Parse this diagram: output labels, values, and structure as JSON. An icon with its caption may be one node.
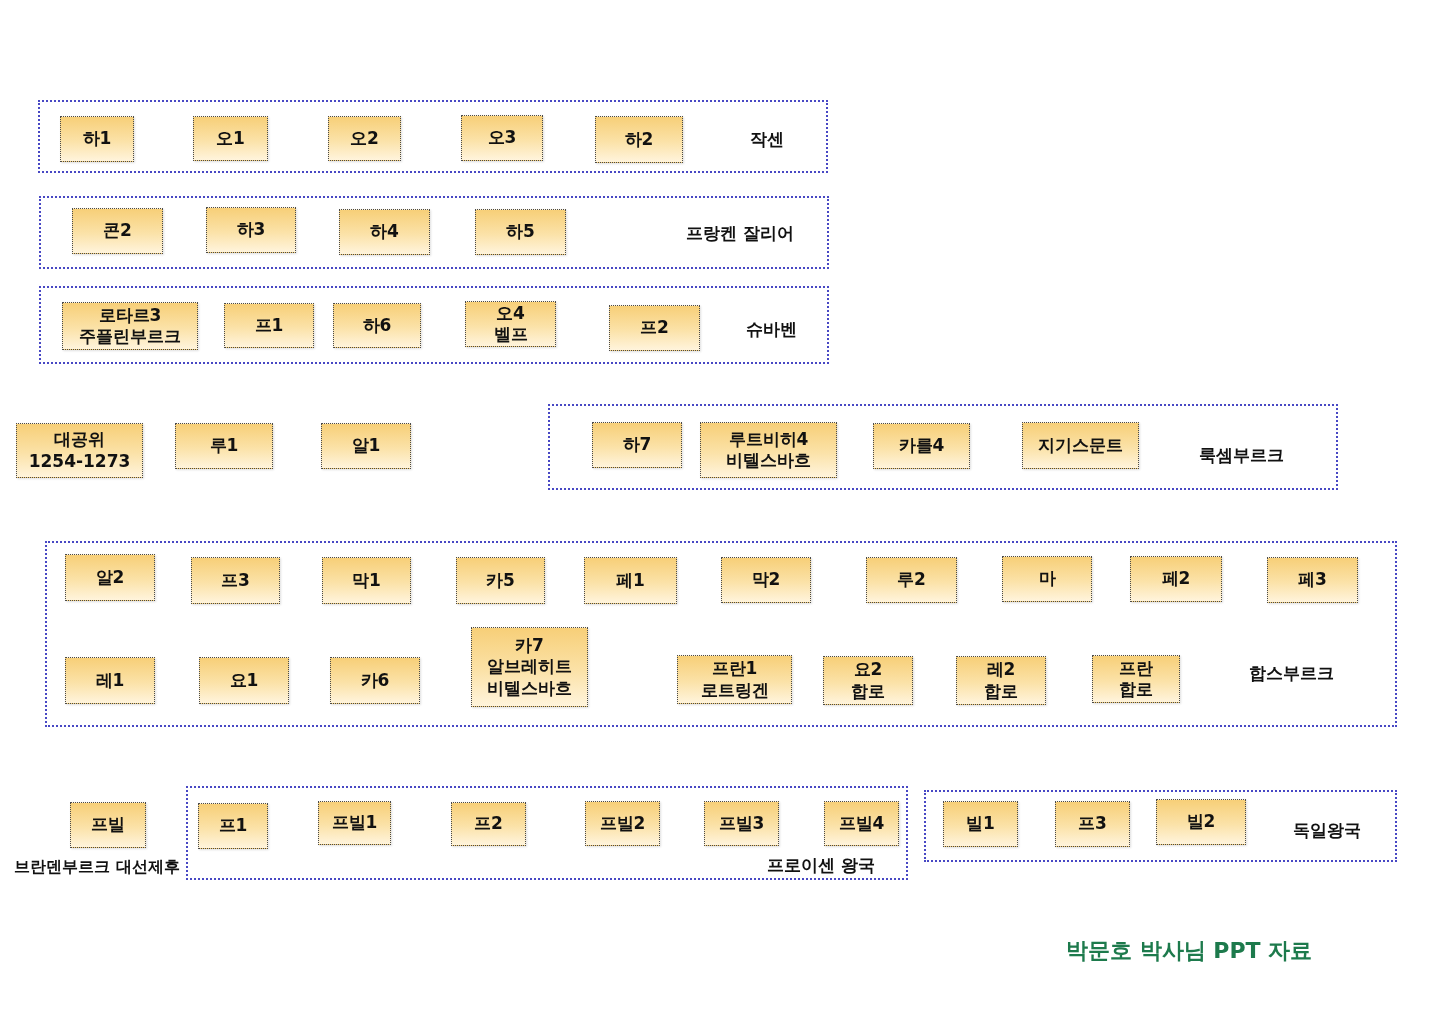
{
  "diagram": {
    "caption": "박문호 박사님 PPT 자료",
    "nodes": [
      {
        "text": [
          "작센"
        ]
      },
      {
        "text": [
          "하1"
        ],
        "in": 0
      },
      {
        "text": [
          "오1"
        ],
        "in": 0
      },
      {
        "text": [
          "오2"
        ],
        "in": 0
      },
      {
        "text": [
          "오3"
        ],
        "in": 0
      },
      {
        "text": [
          "하2"
        ],
        "in": 0
      },
      {
        "text": [
          "프랑켄 잘리어"
        ]
      },
      {
        "text": [
          "콘2"
        ],
        "in": 6
      },
      {
        "text": [
          "하3"
        ],
        "in": 6
      },
      {
        "text": [
          "하4"
        ],
        "in": 6
      },
      {
        "text": [
          "하5"
        ],
        "in": 6
      },
      {
        "text": [
          "슈바벤"
        ]
      },
      {
        "text": [
          "로타르3 주플린부르크"
        ],
        "in": 11
      },
      {
        "text": [
          "프1"
        ],
        "in": 11
      },
      {
        "text": [
          "하6"
        ],
        "in": 11
      },
      {
        "text": [
          "오4 벨프"
        ],
        "in": 11
      },
      {
        "text": [
          "프2"
        ],
        "in": 11
      },
      {
        "text": [
          "대공위 1254-1273"
        ]
      },
      {
        "text": [
          "루1"
        ]
      },
      {
        "text": [
          "알1"
        ]
      },
      {
        "text": [
          "룩셈부르크"
        ]
      },
      {
        "text": [
          "하7"
        ],
        "in": 20
      },
      {
        "text": [
          "루트비히4 비텔스바흐"
        ],
        "in": 20
      },
      {
        "text": [
          "카를4"
        ],
        "in": 20
      },
      {
        "text": [
          "지기스문트"
        ],
        "in": 20
      },
      {
        "text": [
          "합스부르크"
        ]
      },
      {
        "text": [
          "알2"
        ],
        "in": 25
      },
      {
        "text": [
          "프3"
        ],
        "in": 25
      },
      {
        "text": [
          "막1"
        ],
        "in": 25
      },
      {
        "text": [
          "카5"
        ],
        "in": 25
      },
      {
        "text": [
          "페1"
        ],
        "in": 25
      },
      {
        "text": [
          "막2"
        ],
        "in": 25
      },
      {
        "text": [
          "루2"
        ],
        "in": 25
      },
      {
        "text": [
          "마"
        ],
        "in": 25
      },
      {
        "text": [
          "페2"
        ],
        "in": 25
      },
      {
        "text": [
          "페3"
        ],
        "in": 25
      },
      {
        "text": [
          "레1"
        ],
        "in": 25
      },
      {
        "text": [
          "요1"
        ],
        "in": 25
      },
      {
        "text": [
          "카6"
        ],
        "in": 25
      },
      {
        "text": [
          "카7 알브레히트 비텔스바흐"
        ],
        "in": 25
      },
      {
        "text": [
          "프란1 로트링겐"
        ],
        "in": 25
      },
      {
        "text": [
          "요2 합로"
        ],
        "in": 25
      },
      {
        "text": [
          "레2 합로"
        ],
        "in": 25
      },
      {
        "text": [
          "프란 합로"
        ],
        "in": 25
      },
      {
        "text": [
          "프빌"
        ],
        "beside": [
          "브란덴부르크 대선제후"
        ]
      },
      {
        "text": [
          "프로이센 왕국"
        ]
      },
      {
        "text": [
          "프1"
        ],
        "in": 45
      },
      {
        "text": [
          "프빌1"
        ],
        "in": 45
      },
      {
        "text": [
          "프2"
        ],
        "in": 45
      },
      {
        "text": [
          "프빌2"
        ],
        "in": 45
      },
      {
        "text": [
          "프빌3"
        ],
        "in": 45
      },
      {
        "text": [
          "프빌4"
        ],
        "in": 45
      },
      {
        "text": [
          "독일왕국"
        ]
      },
      {
        "text": [
          "빌1"
        ],
        "in": 52
      },
      {
        "text": [
          "프3"
        ],
        "in": 52
      },
      {
        "text": [
          "빌2"
        ],
        "in": 52
      }
    ]
  }
}
